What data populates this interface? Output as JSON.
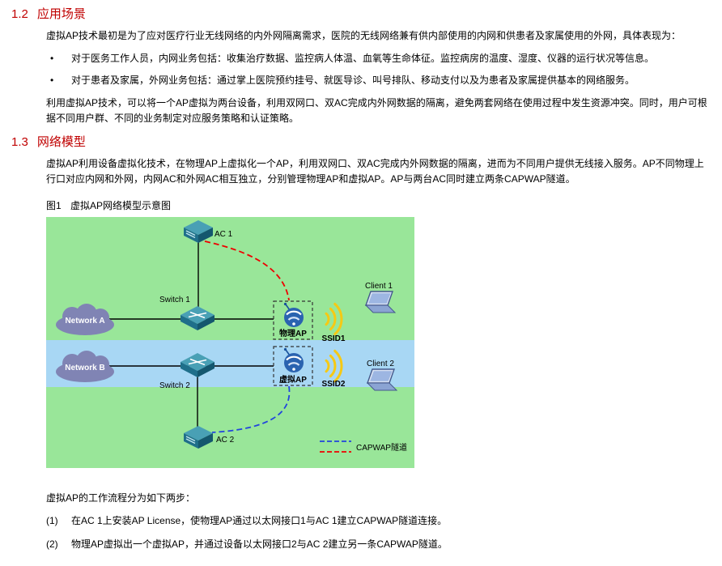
{
  "theme": {
    "heading_color": "#c00000",
    "body_text_color": "#000000"
  },
  "page": {
    "bullet_char": "•",
    "section_applications": {
      "number": "1.2",
      "title": "应用场景",
      "intro": "虚拟AP技术最初是为了应对医疗行业无线网络的内外网隔离需求，医院的无线网络兼有供内部使用的内网和供患者及家属使用的外网，具体表现为：",
      "bullets": [
        "对于医务工作人员，内网业务包括：收集治疗数据、监控病人体温、血氧等生命体征。监控病房的温度、湿度、仪器的运行状况等信息。",
        "对于患者及家属，外网业务包括：通过掌上医院预约挂号、就医导诊、叫号排队、移动支付以及为患者及家属提供基本的网络服务。"
      ],
      "closing": "利用虚拟AP技术，可以将一个AP虚拟为两台设备，利用双网口、双AC完成内外网数据的隔离，避免两套网络在使用过程中发生资源冲突。同时，用户可根据不同用户群、不同的业务制定对应服务策略和认证策略。"
    },
    "section_model": {
      "number": "1.3",
      "title": "网络模型",
      "body": "虚拟AP利用设备虚拟化技术，在物理AP上虚拟化一个AP，利用双网口、双AC完成内外网数据的隔离，进而为不同用户提供无线接入服务。AP不同物理上行口对应内网和外网，内网AC和外网AC相互独立，分别管理物理AP和虚拟AP。AP与两台AC同时建立两条CAPWAP隧道。",
      "figure_label": "图1",
      "figure_title": "虚拟AP网络模型示意图"
    },
    "workflow": {
      "intro": "虚拟AP的工作流程分为如下两步：",
      "steps": [
        {
          "num": "(1)",
          "text": "在AC 1上安装AP License，使物理AP通过以太网接口1与AC 1建立CAPWAP隧道连接。"
        },
        {
          "num": "(2)",
          "text": "物理AP虚拟出一个虚拟AP，并通过设备以太网接口2与AC 2建立另一条CAPWAP隧道。"
        }
      ]
    }
  },
  "diagram": {
    "labels": {
      "ac1": "AC 1",
      "switch1": "Switch 1",
      "network_a": "Network A",
      "physical_ap": "物理AP",
      "ssid1": "SSID1",
      "client1": "Client 1",
      "network_b": "Network B",
      "switch2": "Switch 2",
      "virtual_ap": "虚拟AP",
      "ssid2": "SSID2",
      "client2": "Client 2",
      "ac2": "AC 2",
      "legend_capwap": "CAPWAP隧道"
    },
    "colors": {
      "intranet_zone": "#99e699",
      "extranet_zone": "#a8d7f4",
      "tunnel_ac1": "#ee0000",
      "tunnel_ac2": "#2244dd",
      "wifi_signal": "#f6c914",
      "cloud_fill": "#8084b4"
    }
  }
}
